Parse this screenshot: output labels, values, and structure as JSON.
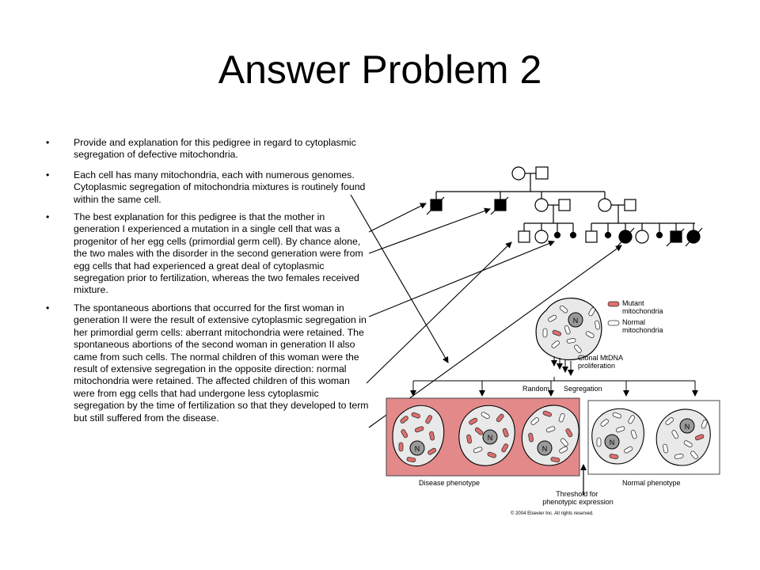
{
  "slide": {
    "title": "Answer Problem 2",
    "bullets": [
      {
        "marker": "•",
        "text": "Provide and explanation for this pedigree in regard to cytoplasmic segregation of defective mitochondria."
      },
      {
        "marker": "•",
        "text": "Each cell has many mitochondria, each with numerous genomes.  Cytoplasmic segregation of mitochondria mixtures is routinely found within the same cell."
      },
      {
        "marker": "•",
        "text": "The best explanation for this pedigree is that the mother in generation I experienced a mutation in a single cell that was a progenitor of her egg cells (primordial germ cell).  By chance alone, the two males with the disorder in the second generation were  from egg cells that had experienced a great deal of cytoplasmic segregation prior to fertilization, whereas the two females received mixture."
      },
      {
        "marker": "•",
        "text": "The spontaneous abortions that occurred for the first woman in generation II were the result of extensive cytoplasmic segregation in her primordial germ cells: aberrant mitochondria were retained.  The spontaneous abortions of the second woman in generation II also came from such cells.  The normal children of this woman were the result of extensive segregation in the opposite direction:  normal mitochondria were retained.  The affected children of this woman were from egg cells that had undergone less cytoplasmic segregation by the time of fertilization so that they developed to term but still suffered from the disease."
      }
    ]
  },
  "figure": {
    "legend": {
      "mutant": "Mutant\nmitochondria",
      "normal": "Normal\nmitochondria"
    },
    "nucleus_label": "N",
    "clonal_label": "Clonal MtDNA\nproliferation",
    "random_label": "Random",
    "segregation_label": "Segregation",
    "disease_label": "Disease phenotype",
    "normal_label": "Normal phenotype",
    "threshold_label": "Threshold for\nphenotypic expression",
    "copyright": "© 2004 Elsevier Inc. All rights reserved."
  },
  "colors": {
    "mutant": "#e06e6e",
    "disease_bg": "#e3898a",
    "cell_fill": "#e9e9e9"
  }
}
